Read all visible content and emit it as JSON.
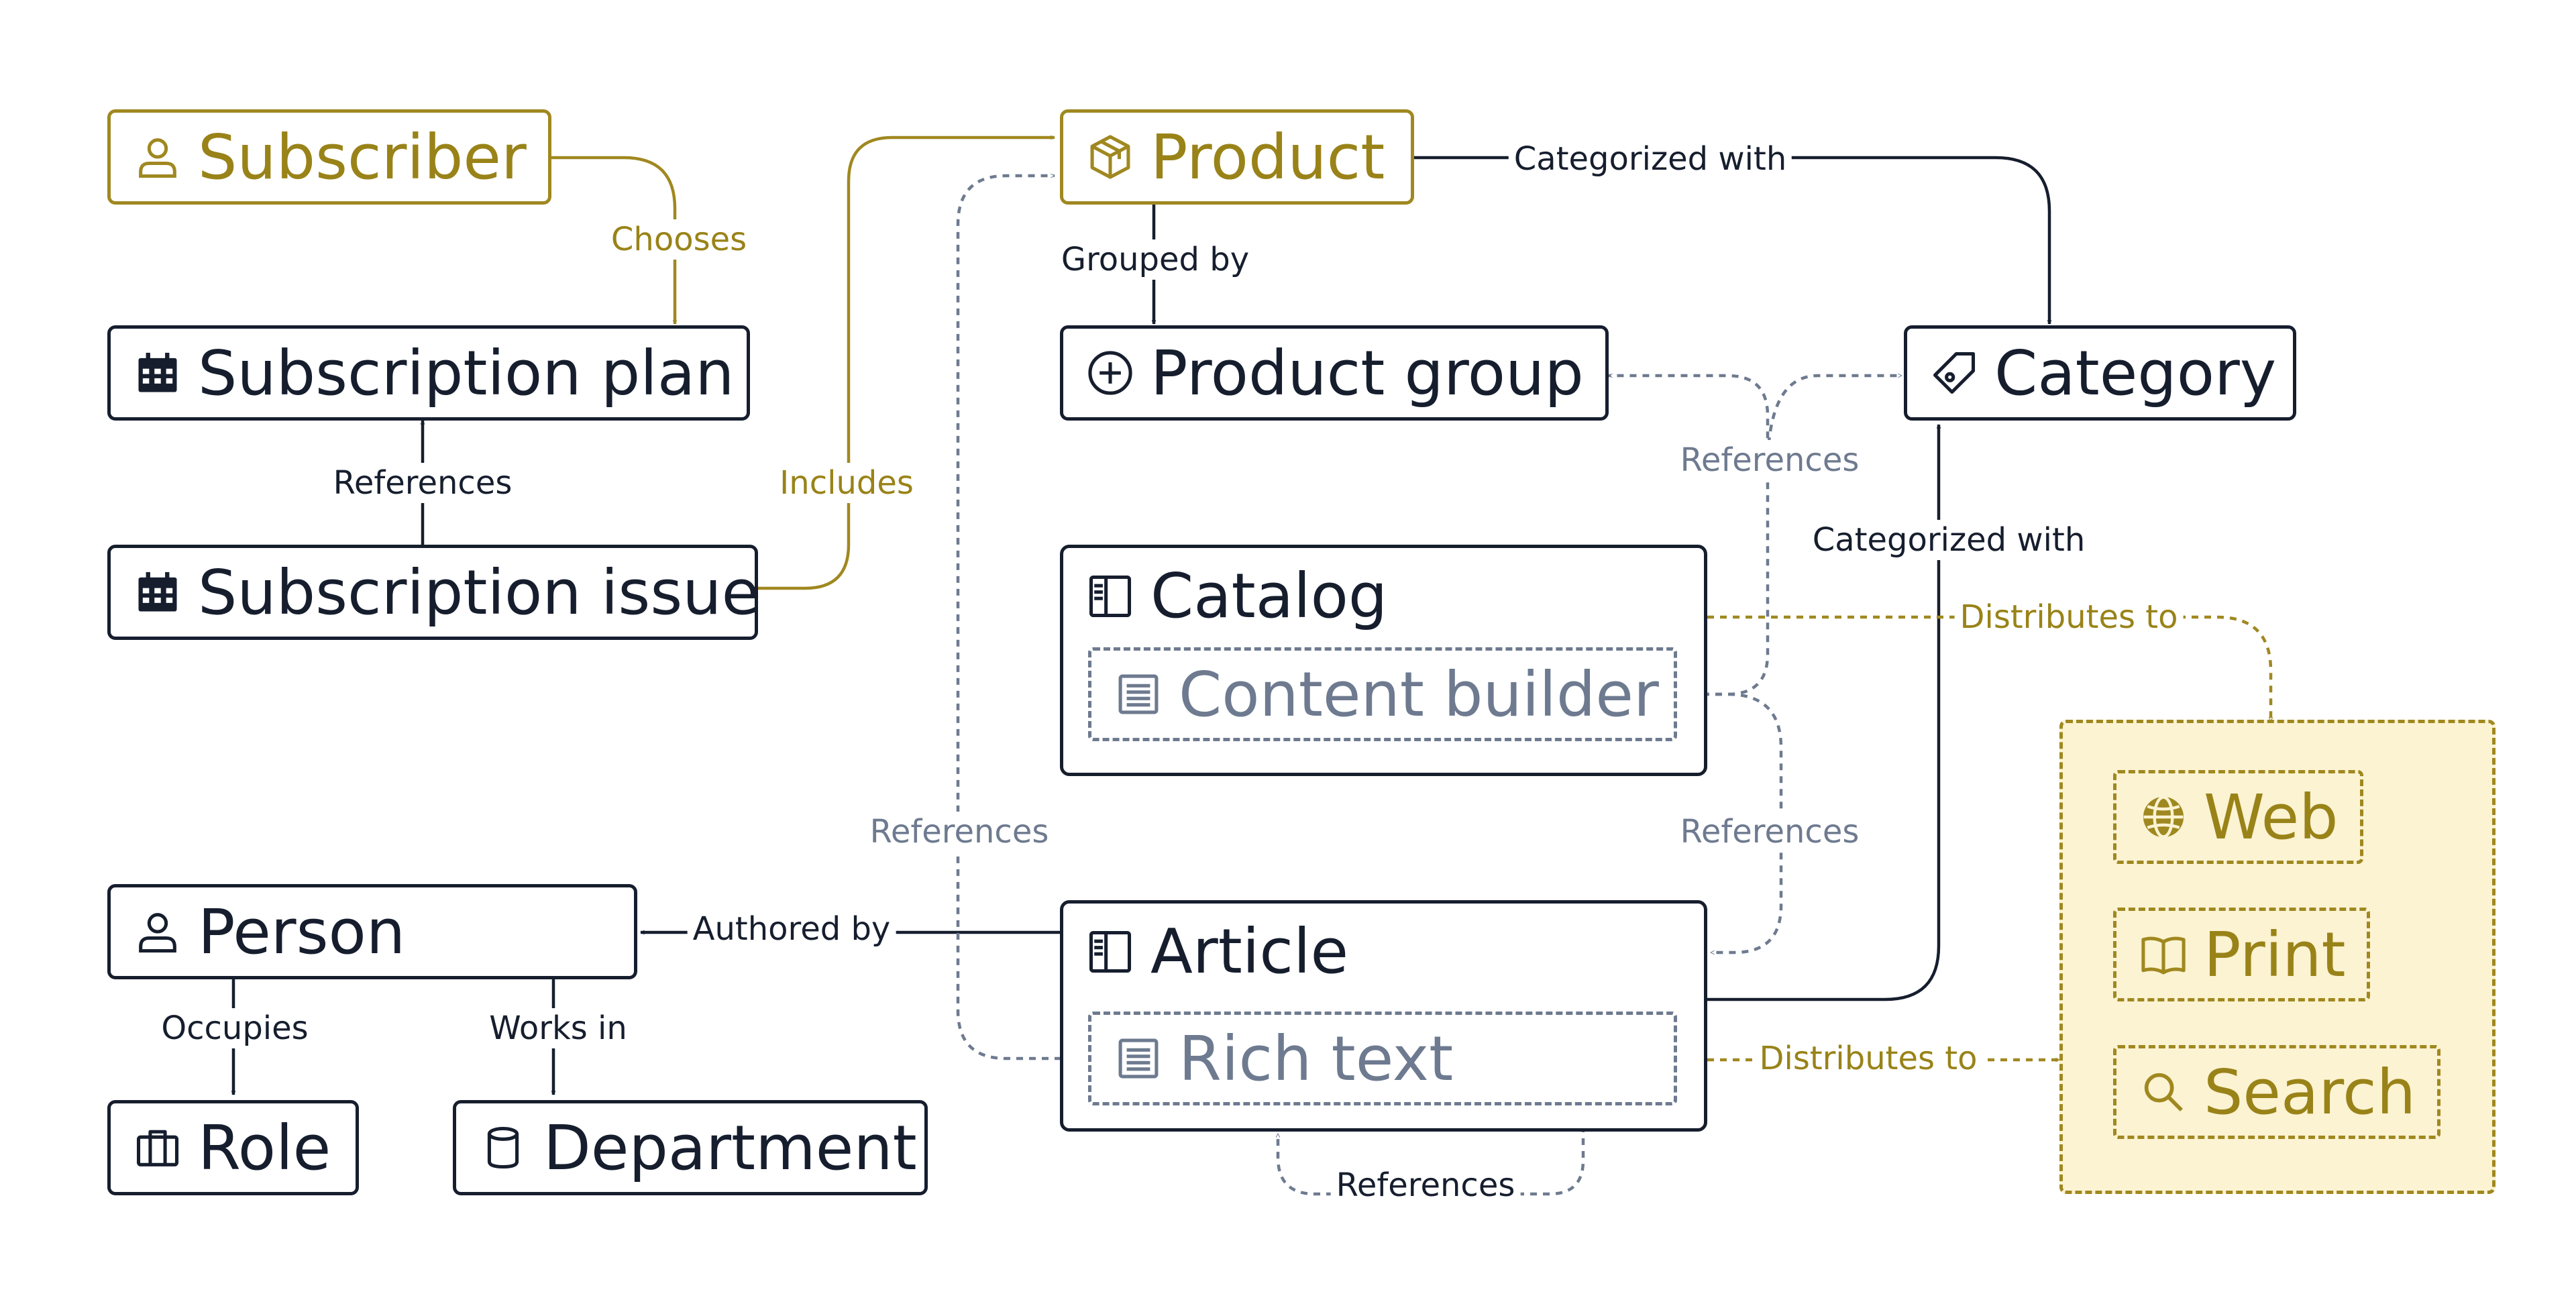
{
  "colors": {
    "ink": "#161e2e",
    "gold": "#a08820",
    "slate": "#6e7a8f",
    "channel_bg": "#fcf3d3"
  },
  "nodes": {
    "subscriber": {
      "label": "Subscriber",
      "icon": "person-icon"
    },
    "subscription_plan": {
      "label": "Subscription plan",
      "icon": "calendar-icon"
    },
    "subscription_issue": {
      "label": "Subscription issue",
      "icon": "calendar-icon"
    },
    "product": {
      "label": "Product",
      "icon": "cube-icon"
    },
    "product_group": {
      "label": "Product group",
      "icon": "plus-circle-icon"
    },
    "category": {
      "label": "Category",
      "icon": "tag-icon"
    },
    "catalog": {
      "label": "Catalog",
      "icon": "layout-icon"
    },
    "content_builder": {
      "label": "Content builder",
      "icon": "blocks-icon"
    },
    "article": {
      "label": "Article",
      "icon": "layout-icon"
    },
    "rich_text": {
      "label": "Rich text",
      "icon": "blocks-icon"
    },
    "person": {
      "label": "Person",
      "icon": "person-icon"
    },
    "role": {
      "label": "Role",
      "icon": "briefcase-icon"
    },
    "department": {
      "label": "Department",
      "icon": "database-icon"
    },
    "web": {
      "label": "Web",
      "icon": "globe-icon"
    },
    "print": {
      "label": "Print",
      "icon": "book-icon"
    },
    "search": {
      "label": "Search",
      "icon": "search-icon"
    }
  },
  "edges": {
    "chooses": "Chooses",
    "references_plan": "References",
    "includes": "Includes",
    "categorized_with_product": "Categorized with",
    "grouped_by": "Grouped by",
    "references_group_category": "References",
    "categorized_with_article": "Categorized with",
    "distributes_to_catalog": "Distributes to",
    "references_product_rich": "References",
    "references_content_article": "References",
    "authored_by": "Authored by",
    "occupies": "Occupies",
    "works_in": "Works in",
    "distributes_to_article": "Distributes to",
    "references_rich_self": "References"
  }
}
